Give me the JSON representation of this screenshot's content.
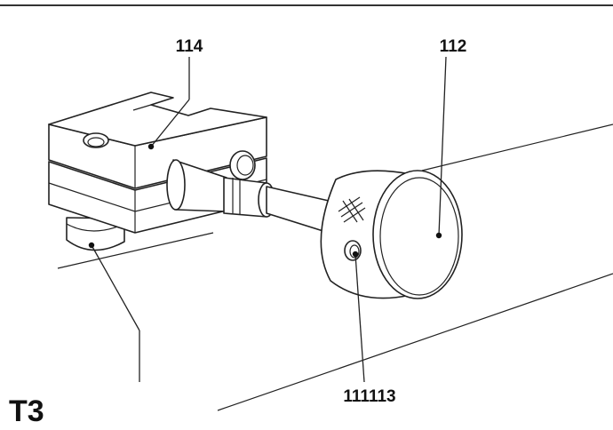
{
  "figure": {
    "id_label": "T3"
  },
  "callouts": {
    "clamp_block": "114",
    "knob": "112",
    "knob_hole": "111113"
  }
}
